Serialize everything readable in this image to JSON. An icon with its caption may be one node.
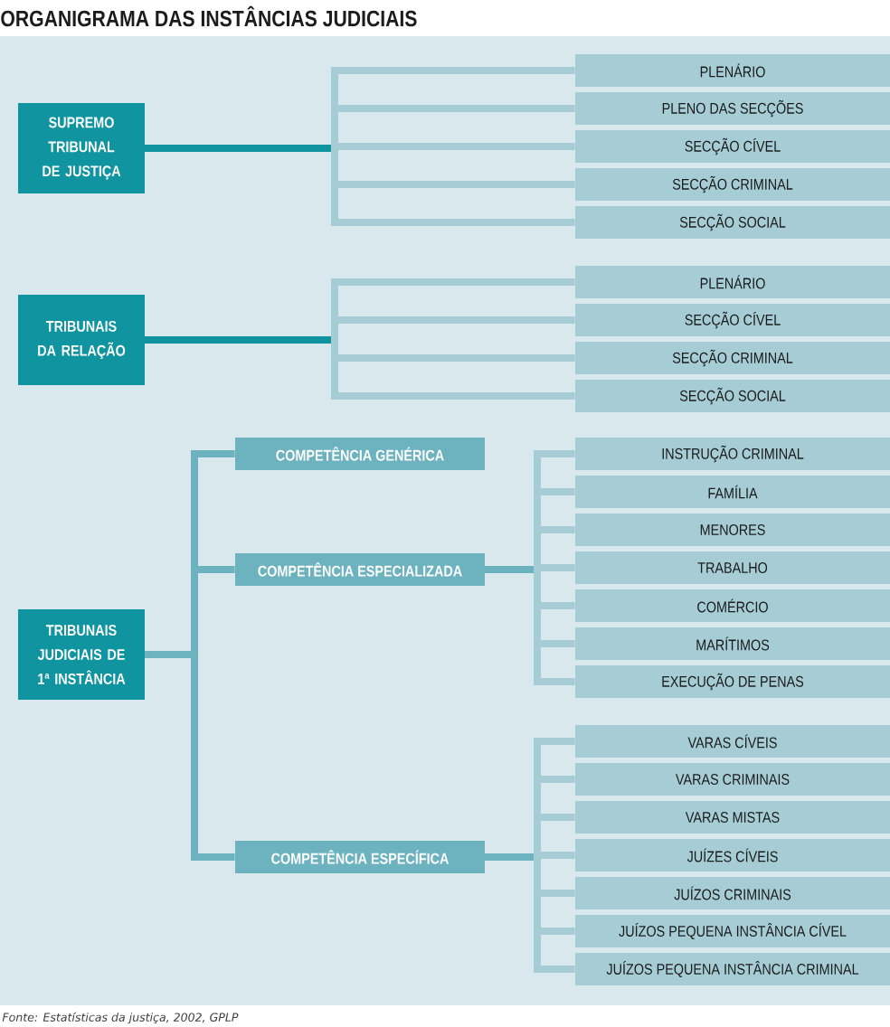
{
  "diagram": {
    "title": "ORGANIGRAMA DAS INSTÂNCIAS JUDICIAIS",
    "caption": "Fonte: Estatísticas da justiça, 2002, GPLP",
    "nodes": [
      {
        "text": [
          "SUPREMO TRIBUNAL DE JUSTIÇA"
        ]
      },
      {
        "text": [
          "PLENÁRIO"
        ]
      },
      {
        "text": [
          "PLENO DAS SECÇÕES"
        ]
      },
      {
        "text": [
          "SECÇÃO CÍVEL"
        ]
      },
      {
        "text": [
          "SECÇÃO CRIMINAL"
        ]
      },
      {
        "text": [
          "SECÇÃO SOCIAL"
        ]
      },
      {
        "text": [
          "TRIBUNAIS DA RELAÇÃO"
        ]
      },
      {
        "text": [
          "PLENÁRIO"
        ]
      },
      {
        "text": [
          "SECÇÃO CÍVEL"
        ]
      },
      {
        "text": [
          "SECÇÃO CRIMINAL"
        ]
      },
      {
        "text": [
          "SECÇÃO SOCIAL"
        ]
      },
      {
        "text": [
          "TRIBUNAIS JUDICIAIS DE 1ª INSTÂNCIA"
        ]
      },
      {
        "text": [
          "COMPETÊNCIA GENÉRICA"
        ]
      },
      {
        "text": [
          "COMPETÊNCIA ESPECIALIZADA"
        ]
      },
      {
        "text": [
          "INSTRUÇÃO CRIMINAL"
        ]
      },
      {
        "text": [
          "FAMÍLIA"
        ]
      },
      {
        "text": [
          "MENORES"
        ]
      },
      {
        "text": [
          "TRABALHO"
        ]
      },
      {
        "text": [
          "COMÉRCIO"
        ]
      },
      {
        "text": [
          "MARÍTIMOS"
        ]
      },
      {
        "text": [
          "EXECUÇÃO DE PENAS"
        ]
      },
      {
        "text": [
          "COMPETÊNCIA ESPECÍFICA"
        ]
      },
      {
        "text": [
          "VARAS CÍVEIS"
        ]
      },
      {
        "text": [
          "VARAS CRIMINAIS"
        ]
      },
      {
        "text": [
          "VARAS MISTAS"
        ]
      },
      {
        "text": [
          "JUÍZES CÍVEIS"
        ]
      },
      {
        "text": [
          "JUÍZOS CRIMINAIS"
        ]
      },
      {
        "text": [
          "JUÍZOS PEQUENA INSTÂNCIA CÍVEL"
        ]
      },
      {
        "text": [
          "JUÍZOS PEQUENA INSTÂNCIA CRIMINAL"
        ]
      }
    ],
    "edges": [
      {
        "from": 0,
        "to": 1,
        "arrow": "none"
      },
      {
        "from": 0,
        "to": 2,
        "arrow": "none"
      },
      {
        "from": 0,
        "to": 3,
        "arrow": "none"
      },
      {
        "from": 0,
        "to": 4,
        "arrow": "none"
      },
      {
        "from": 0,
        "to": 5,
        "arrow": "none"
      },
      {
        "from": 6,
        "to": 7,
        "arrow": "none"
      },
      {
        "from": 6,
        "to": 8,
        "arrow": "none"
      },
      {
        "from": 6,
        "to": 9,
        "arrow": "none"
      },
      {
        "from": 6,
        "to": 10,
        "arrow": "none"
      },
      {
        "from": 11,
        "to": 12,
        "arrow": "none"
      },
      {
        "from": 11,
        "to": 13,
        "arrow": "none"
      },
      {
        "from": 11,
        "to": 21,
        "arrow": "none"
      },
      {
        "from": 13,
        "to": 14,
        "arrow": "none"
      },
      {
        "from": 13,
        "to": 15,
        "arrow": "none"
      },
      {
        "from": 13,
        "to": 16,
        "arrow": "none"
      },
      {
        "from": 13,
        "to": 17,
        "arrow": "none"
      },
      {
        "from": 13,
        "to": 18,
        "arrow": "none"
      },
      {
        "from": 13,
        "to": 19,
        "arrow": "none"
      },
      {
        "from": 13,
        "to": 20,
        "arrow": "none"
      },
      {
        "from": 21,
        "to": 22,
        "arrow": "none"
      },
      {
        "from": 21,
        "to": 23,
        "arrow": "none"
      },
      {
        "from": 21,
        "to": 24,
        "arrow": "none"
      },
      {
        "from": 21,
        "to": 25,
        "arrow": "none"
      },
      {
        "from": 21,
        "to": 26,
        "arrow": "none"
      },
      {
        "from": 21,
        "to": 27,
        "arrow": "none"
      },
      {
        "from": 21,
        "to": 28,
        "arrow": "none"
      }
    ]
  }
}
